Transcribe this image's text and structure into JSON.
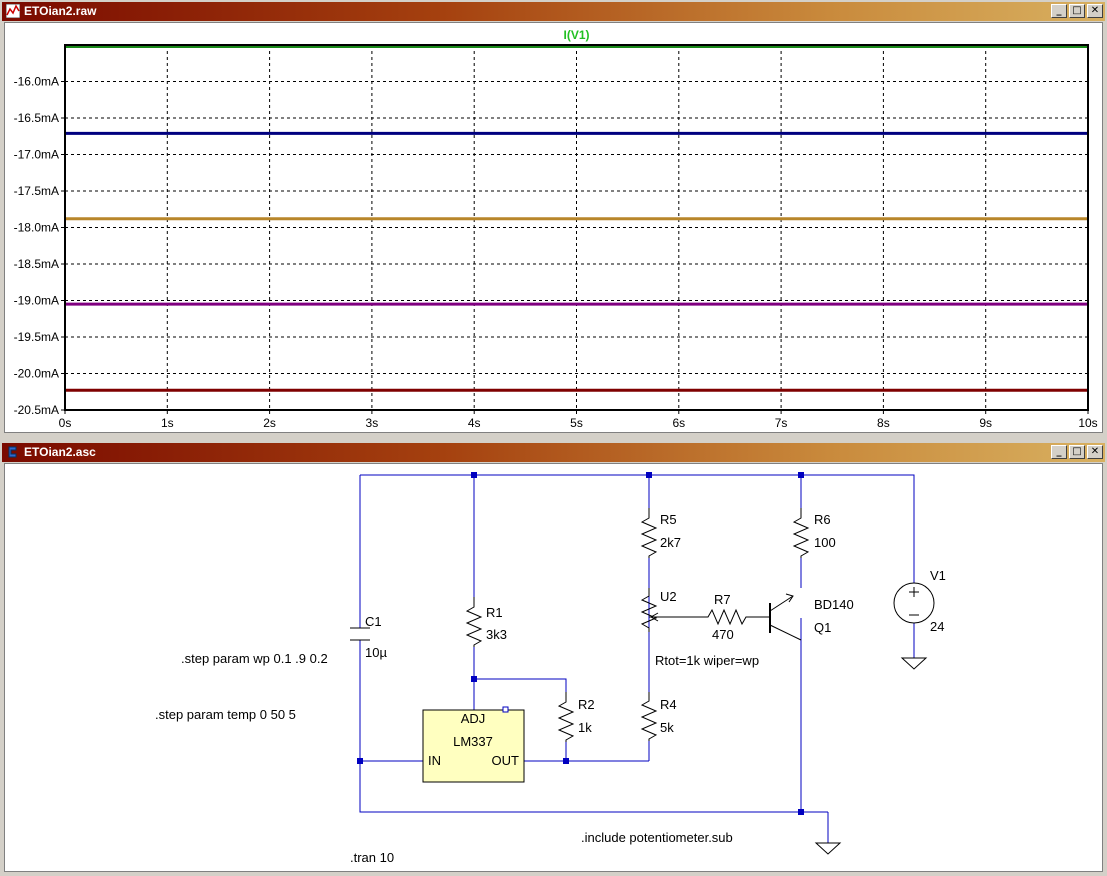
{
  "waveform_window": {
    "title": "ETOian2.raw",
    "buttons": {
      "minimize": "_",
      "maximize": "□",
      "close": "✕"
    }
  },
  "schematic_window": {
    "title": "ETOian2.asc",
    "buttons": {
      "minimize": "_",
      "maximize": "□",
      "close": "✕"
    }
  },
  "chart_data": {
    "type": "line",
    "title": "I(V1)",
    "xlabel": "",
    "ylabel": "",
    "xlim": [
      0,
      10
    ],
    "ylim": [
      -20.5,
      -15.5
    ],
    "grid": true,
    "x_ticks": [
      "0s",
      "1s",
      "2s",
      "3s",
      "4s",
      "5s",
      "6s",
      "7s",
      "8s",
      "9s",
      "10s"
    ],
    "y_ticks": [
      "-16.0mA",
      "-16.5mA",
      "-17.0mA",
      "-17.5mA",
      "-18.0mA",
      "-18.5mA",
      "-19.0mA",
      "-19.5mA",
      "-20.0mA",
      "-20.5mA"
    ],
    "y_tick_values": [
      -16.0,
      -16.5,
      -17.0,
      -17.5,
      -18.0,
      -18.5,
      -19.0,
      -19.5,
      -20.0,
      -20.5
    ],
    "series": [
      {
        "color": "#1a8a1a",
        "x": [
          0,
          10
        ],
        "y": [
          -15.52,
          -15.52
        ]
      },
      {
        "color": "#00007f",
        "x": [
          0,
          10
        ],
        "y": [
          -16.71,
          -16.71
        ]
      },
      {
        "color": "#b8862a",
        "x": [
          0,
          10
        ],
        "y": [
          -17.88,
          -17.88
        ]
      },
      {
        "color": "#800080",
        "x": [
          0,
          10
        ],
        "y": [
          -19.05,
          -19.05
        ]
      },
      {
        "color": "#7f0000",
        "x": [
          0,
          10
        ],
        "y": [
          -20.23,
          -20.23
        ]
      }
    ]
  },
  "schematic": {
    "components": {
      "r1": {
        "name": "R1",
        "value": "3k3"
      },
      "r2": {
        "name": "R2",
        "value": "1k"
      },
      "r4": {
        "name": "R4",
        "value": "5k"
      },
      "r5": {
        "name": "R5",
        "value": "2k7"
      },
      "r6": {
        "name": "R6",
        "value": "100"
      },
      "r7": {
        "name": "R7",
        "value": "470"
      },
      "c1": {
        "name": "C1",
        "value": "10µ"
      },
      "v1": {
        "name": "V1",
        "value": "24"
      },
      "u2": {
        "name": "U2",
        "params": "Rtot=1k wiper=wp"
      },
      "q1": {
        "name": "Q1",
        "model": "BD140"
      },
      "lm337": {
        "name": "LM337",
        "pin_adj": "ADJ",
        "pin_in": "IN",
        "pin_out": "OUT"
      }
    },
    "directives": {
      "step_wp": ".step param wp 0.1 .9 0.2",
      "step_temp": ".step param temp 0 50 5",
      "include": ".include potentiometer.sub",
      "tran": ".tran 10"
    }
  }
}
